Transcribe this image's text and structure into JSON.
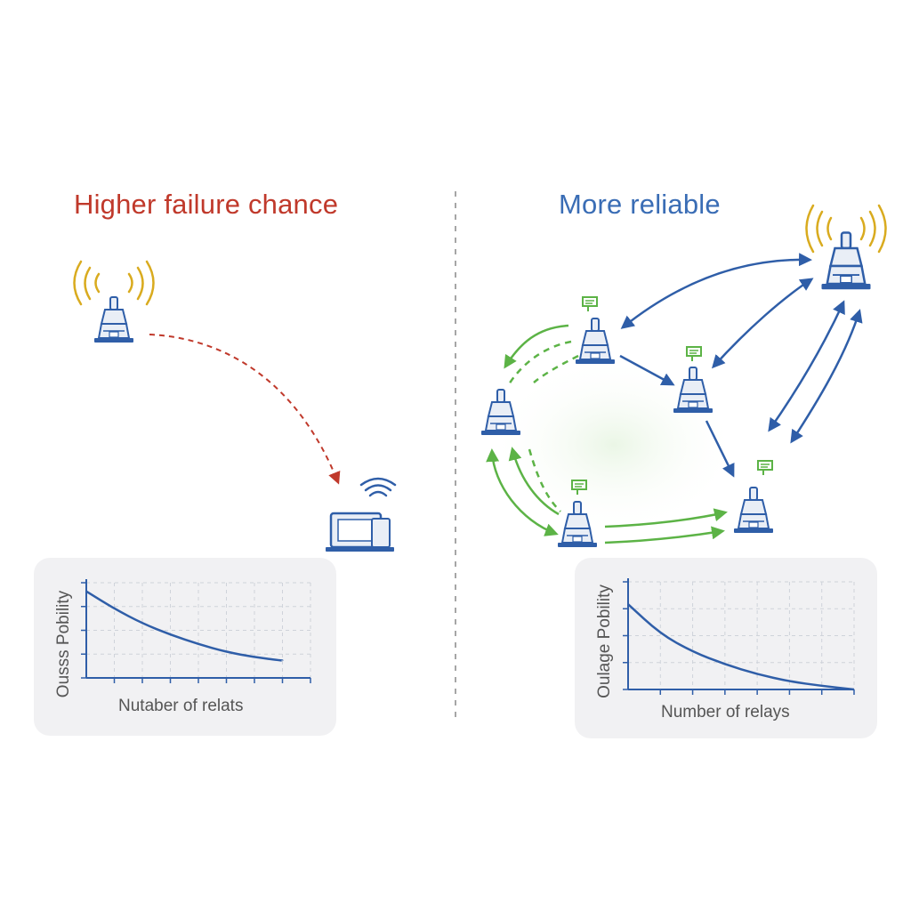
{
  "left": {
    "title": "Higher failure chance",
    "title_color": "#c0392b"
  },
  "right": {
    "title": "More reliable",
    "title_color": "#3a6db5"
  },
  "colors": {
    "relay_blue": "#2f5ea8",
    "link_green": "#5cb346",
    "failure_red": "#c0392b",
    "signal_gold": "#d9ab1f"
  },
  "icons": [
    "tower-icon",
    "laptop-icon",
    "wifi-icon",
    "signal-icon",
    "flag-icon"
  ],
  "chart_data": [
    {
      "type": "line",
      "title": "",
      "xlabel": "Nutaber of relats",
      "ylabel": "Ousss Pobility",
      "x": [
        0,
        1,
        2,
        3,
        4,
        5,
        6,
        7
      ],
      "series": [
        {
          "values": [
            1.0,
            0.8,
            0.63,
            0.5,
            0.39,
            0.3,
            0.24,
            0.2
          ]
        }
      ],
      "xlim": [
        0,
        8
      ],
      "ylim": [
        0,
        1.1
      ],
      "grid": true
    },
    {
      "type": "line",
      "title": "",
      "xlabel": "Number of relays",
      "ylabel": "Oulage Pobility",
      "x": [
        0,
        1,
        2,
        3,
        4,
        5,
        6,
        7
      ],
      "series": [
        {
          "values": [
            0.95,
            0.62,
            0.42,
            0.28,
            0.17,
            0.09,
            0.04,
            0.0
          ]
        }
      ],
      "xlim": [
        0,
        7
      ],
      "ylim": [
        0,
        1.2
      ],
      "grid": true
    }
  ]
}
